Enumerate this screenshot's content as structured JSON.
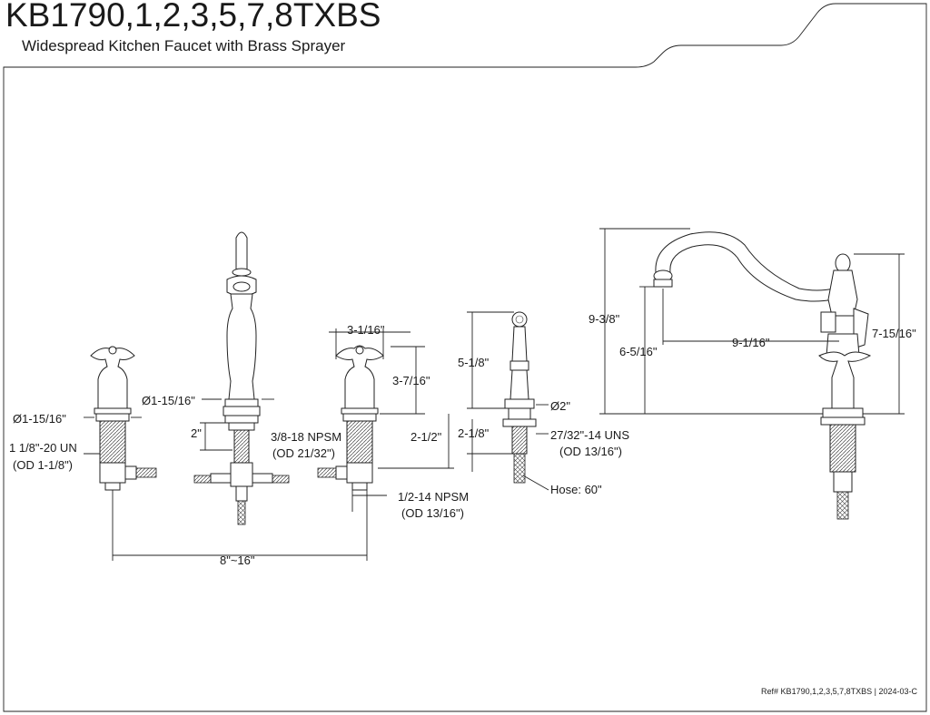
{
  "header": {
    "model": "KB1790,1,2,3,5,7,8TXBS",
    "subtitle": "Widespread Kitchen Faucet with Brass Sprayer"
  },
  "footer": {
    "ref": "Ref# KB1790,1,2,3,5,7,8TXBS | 2024-03-C"
  },
  "dimensions": {
    "handle_flange_dia": "Ø1-15/16\"",
    "handle_thread": "1 1/8\"-20 UN",
    "handle_thread_od": "(OD 1-1/8\")",
    "spout_flange_dia": "Ø1-15/16\"",
    "spout_shank_len": "2\"",
    "spout_thread": "3/8-18 NPSM",
    "spout_thread_od": "(OD 21/32\")",
    "handle_width": "3-1/16\"",
    "handle_height": "3-7/16\"",
    "valve_shank_len": "2-1/2\"",
    "inlet_thread": "1/2-14 NPSM",
    "inlet_thread_od": "(OD 13/16\")",
    "spread": "8\"~16\"",
    "sprayer_height": "5-1/8\"",
    "sprayer_base_dia": "Ø2\"",
    "sprayer_shank_len": "2-1/8\"",
    "sprayer_thread": "27/32\"-14 UNS",
    "sprayer_thread_od": "(OD 13/16\")",
    "hose": "Hose: 60\"",
    "spout_total_height": "9-3/8\"",
    "spout_outlet_height": "6-5/16\"",
    "spout_reach": "9-1/16\"",
    "handle_total_height": "7-15/16\""
  }
}
